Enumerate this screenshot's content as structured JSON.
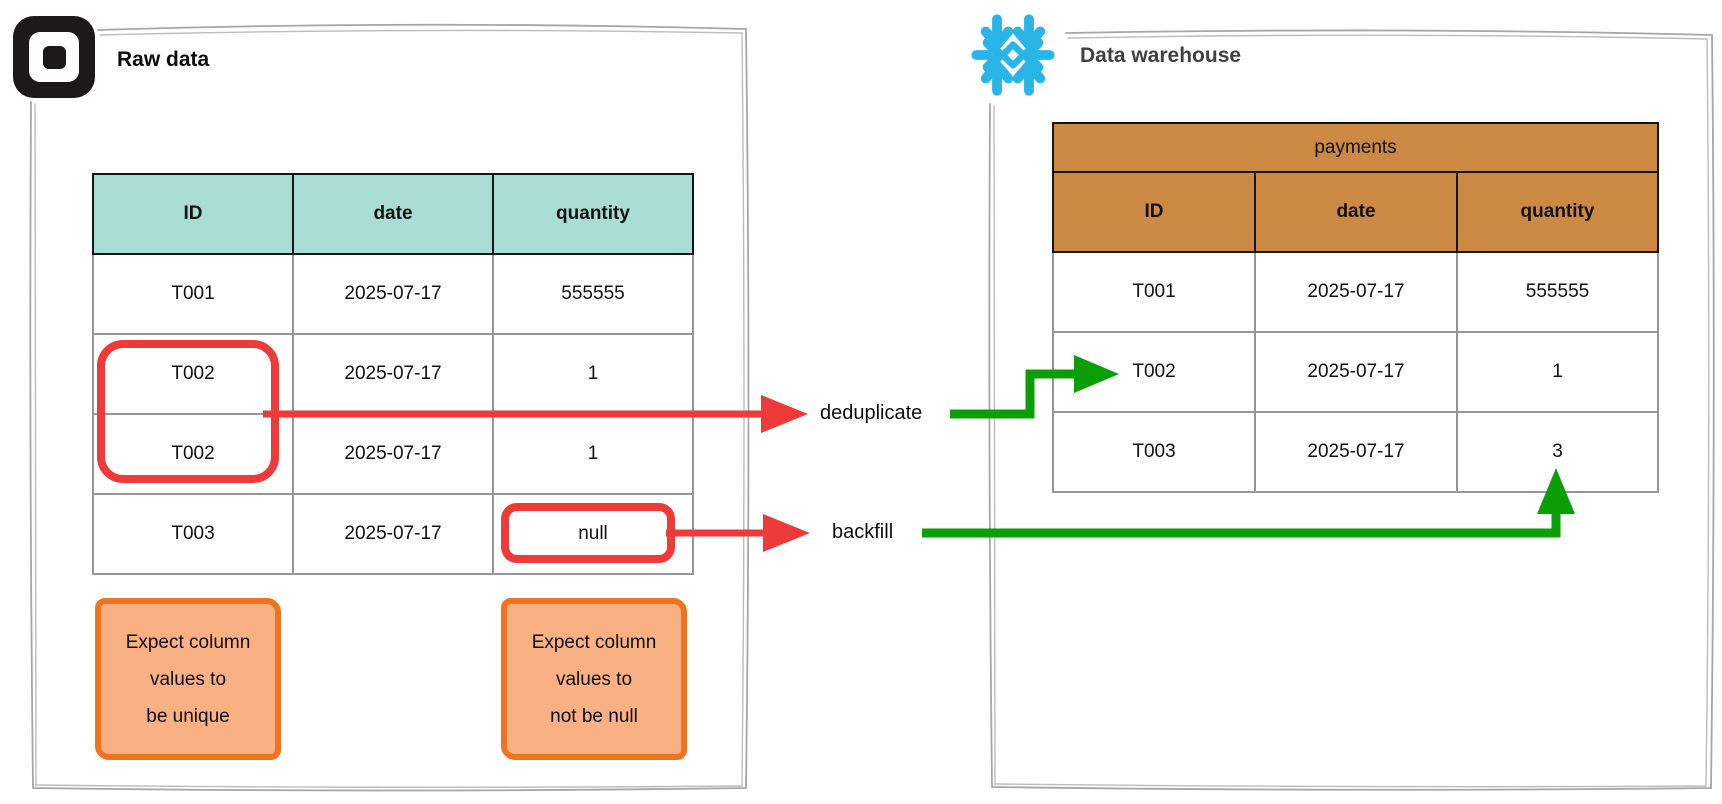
{
  "colors": {
    "snowflake_blue": "#29b5e8",
    "teal_header": "#a9dcd4",
    "orange_header": "#cc8944",
    "note_fill": "#f9b083",
    "note_border": "#f0741f",
    "flow_red": "#ef3a3a",
    "flow_green": "#0b9e06",
    "panel_border": "#a6a6a6"
  },
  "left_panel": {
    "title": "Raw data",
    "logo": "square-logo",
    "table": {
      "headers": [
        "ID",
        "date",
        "quantity"
      ],
      "rows": [
        [
          "T001",
          "2025-07-17",
          "555555"
        ],
        [
          "T002",
          "2025-07-17",
          "1"
        ],
        [
          "T002",
          "2025-07-17",
          "1"
        ],
        [
          "T003",
          "2025-07-17",
          "null"
        ]
      ]
    },
    "notes": [
      {
        "lines": [
          "Expect column",
          "values to",
          "be unique"
        ]
      },
      {
        "lines": [
          "Expect column",
          "values to",
          "not be null"
        ]
      }
    ]
  },
  "right_panel": {
    "title": "Data warehouse",
    "logo": "snowflake-logo",
    "table": {
      "title": "payments",
      "headers": [
        "ID",
        "date",
        "quantity"
      ],
      "rows": [
        [
          "T001",
          "2025-07-17",
          "555555"
        ],
        [
          "T002",
          "2025-07-17",
          "1"
        ],
        [
          "T003",
          "2025-07-17",
          "3"
        ]
      ]
    }
  },
  "flows": {
    "deduplicate": {
      "label": "deduplicate"
    },
    "backfill": {
      "label": "backfill"
    }
  }
}
